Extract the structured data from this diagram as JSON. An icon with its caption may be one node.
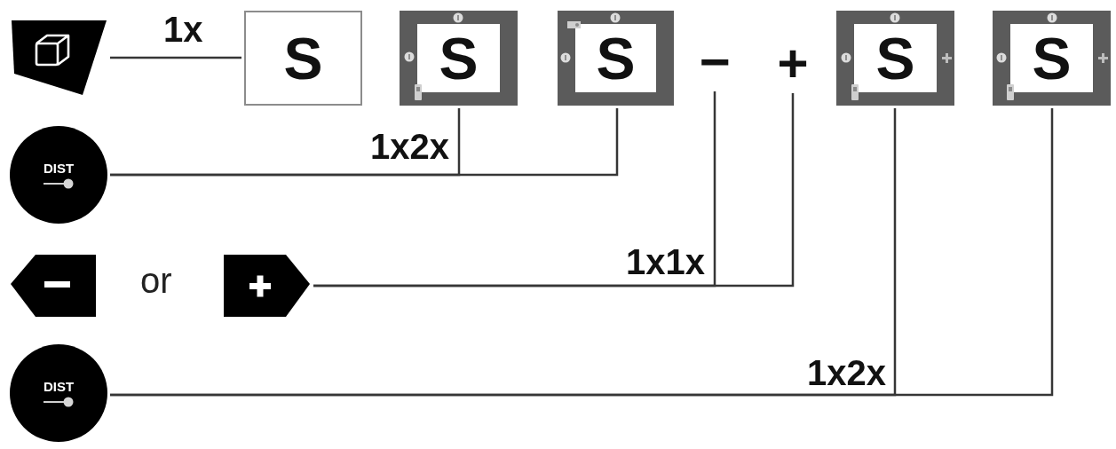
{
  "diagram": {
    "nodes": [
      {
        "text": [],
        "shape": "picture"
      },
      {
        "text": [
          "S"
        ]
      },
      {
        "text": [
          "S"
        ]
      },
      {
        "text": [
          "S"
        ]
      },
      {
        "text": [
          "−"
        ]
      },
      {
        "text": [
          "+"
        ]
      },
      {
        "text": [
          "S"
        ]
      },
      {
        "text": [
          "S"
        ]
      },
      {
        "text": [
          "DIST"
        ]
      },
      {
        "text": [],
        "shape": "picture"
      },
      {
        "text": [],
        "shape": "picture"
      },
      {
        "text": [
          "DIST"
        ]
      }
    ],
    "edges": [
      {
        "from": 0,
        "to": 1,
        "arrow": "none",
        "label": "1x"
      },
      {
        "from": 8,
        "to": 2,
        "arrow": "none",
        "label": "1x2x"
      },
      {
        "from": 8,
        "to": 3,
        "arrow": "none"
      },
      {
        "from": 10,
        "to": 4,
        "arrow": "none",
        "label": "1x1x"
      },
      {
        "from": 10,
        "to": 5,
        "arrow": "none"
      },
      {
        "from": 11,
        "to": 6,
        "arrow": "none",
        "label": "1x2x"
      },
      {
        "from": 11,
        "to": 7,
        "arrow": "none"
      }
    ],
    "labels": [
      "or"
    ]
  }
}
